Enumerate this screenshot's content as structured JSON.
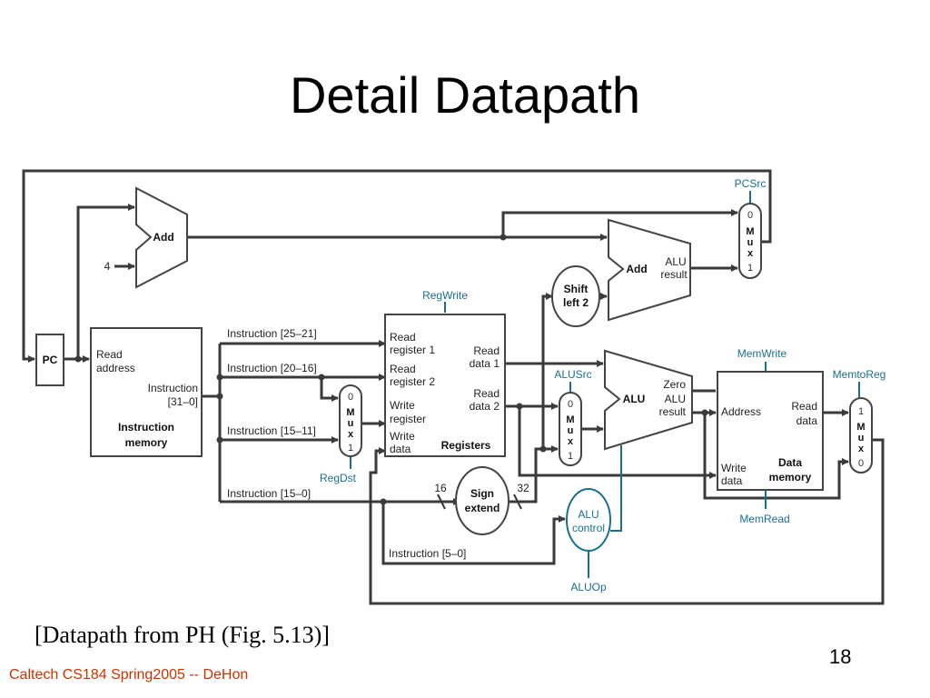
{
  "slide": {
    "title": "Detail Datapath",
    "caption": "[Datapath from PH (Fig. 5.13)]",
    "page_number": "18",
    "footer": "Caltech CS184 Spring2005 -- DeHon"
  },
  "diagram": {
    "pc": "PC",
    "const_four": "4",
    "add_pc": "Add",
    "add_branch": "Add",
    "alu_result_branch": [
      "ALU",
      "result"
    ],
    "shift_left": [
      "Shift",
      "left 2"
    ],
    "imem": {
      "read_address": [
        "Read",
        "address"
      ],
      "instruction_out": [
        "Instruction",
        "[31–0]"
      ],
      "name": [
        "Instruction",
        "memory"
      ]
    },
    "instruction_fields": {
      "f25_21": "Instruction [25–21]",
      "f20_16": "Instruction [20–16]",
      "f15_11": "Instruction [15–11]",
      "f15_0": "Instruction [15–0]",
      "f5_0": "Instruction [5–0]"
    },
    "registers": {
      "read_reg1": [
        "Read",
        "register 1"
      ],
      "read_reg2": [
        "Read",
        "register 2"
      ],
      "write_reg": [
        "Write",
        "register"
      ],
      "write_data": [
        "Write",
        "data"
      ],
      "read_data1": [
        "Read",
        "data 1"
      ],
      "read_data2": [
        "Read",
        "data 2"
      ],
      "name": "Registers"
    },
    "sign_extend": [
      "Sign",
      "extend"
    ],
    "width_in": "16",
    "width_out": "32",
    "alu": "ALU",
    "alu_zero": "Zero",
    "alu_result": [
      "ALU",
      "result"
    ],
    "alu_control": [
      "ALU",
      "control"
    ],
    "dmem": {
      "address": "Address",
      "read_data": [
        "Read",
        "data"
      ],
      "write_data": [
        "Write",
        "data"
      ],
      "name": [
        "Data",
        "memory"
      ]
    },
    "mux_letters": [
      "M",
      "u",
      "x"
    ],
    "mux_inputs": {
      "pc_mux": [
        "0",
        "1"
      ],
      "regdst_mux": [
        "0",
        "1"
      ],
      "alusrc_mux": [
        "0",
        "1"
      ],
      "memtoreg_mux": [
        "1",
        "0"
      ]
    },
    "control_signals": {
      "pcsrc": "PCSrc",
      "regwrite": "RegWrite",
      "regdst": "RegDst",
      "alusrc": "ALUSrc",
      "memwrite": "MemWrite",
      "memtoreg": "MemtoReg",
      "memread": "MemRead",
      "aluop": "ALUOp"
    },
    "colors": {
      "wire": "#3a3a3a",
      "control": "#1a6f8c",
      "footer": "#cc3300"
    }
  }
}
